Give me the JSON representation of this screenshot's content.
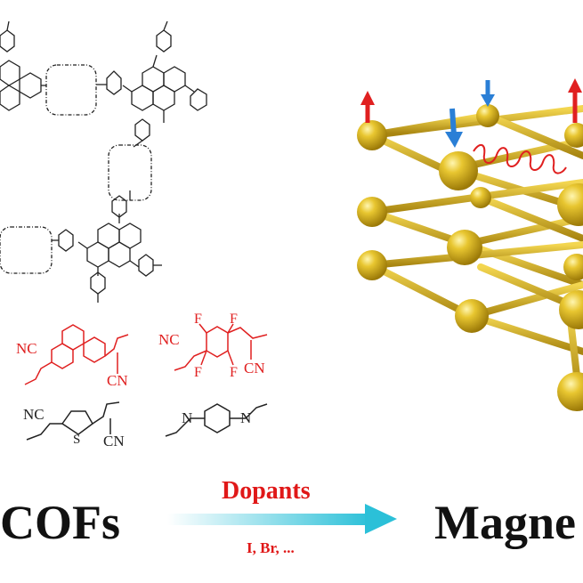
{
  "labels": {
    "left": "COFs",
    "right": "Magne",
    "arrow_top": "Dopants",
    "arrow_bottom": "I, Br, ..."
  },
  "linkers": {
    "naphthalene_nc": "NC",
    "naphthalene_cn": "CN",
    "tetrafluoro_nc": "NC",
    "tetrafluoro_cn": "CN",
    "f1": "F",
    "f2": "F",
    "f3": "F",
    "f4": "F",
    "thiophene_nc": "NC",
    "thiophene_cn": "CN",
    "thiophene_s": "S",
    "azo_n1": "N",
    "azo_n2": "N"
  },
  "colors": {
    "red_linker": "#e02020",
    "black_structure": "#222222",
    "arrow_left": "#ffffff",
    "arrow_right": "#2bc0d8",
    "dopant_text": "#e01818",
    "atom": "#d4b018",
    "spin_up": "#e02020",
    "spin_down": "#2a7fd6"
  }
}
